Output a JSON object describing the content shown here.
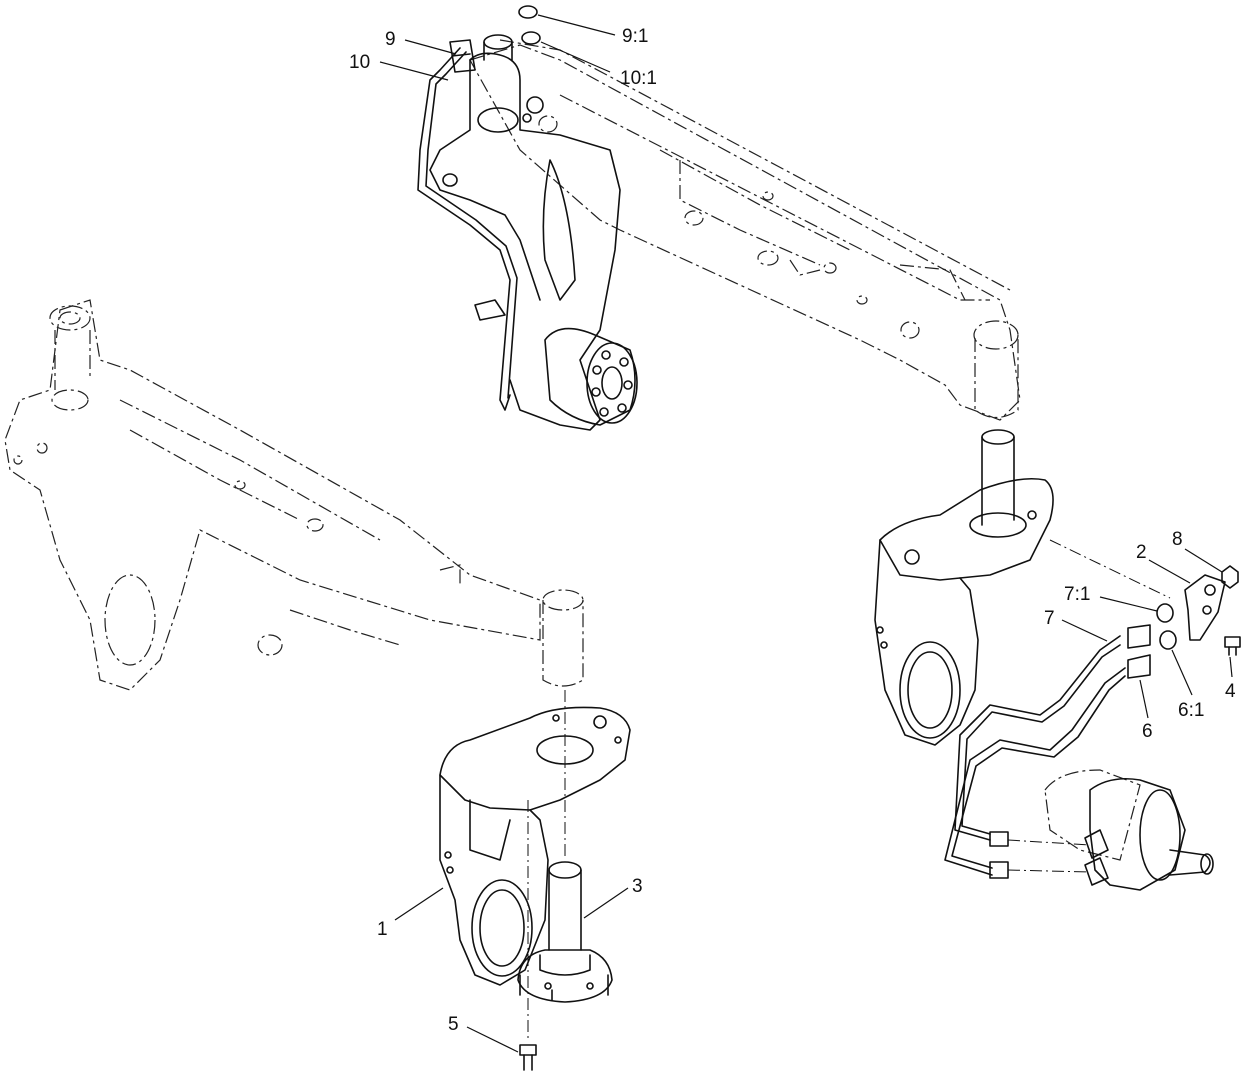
{
  "callouts": {
    "c1": "1",
    "c2": "2",
    "c3": "3",
    "c4": "4",
    "c5": "5",
    "c6": "6",
    "c6_1": "6:1",
    "c7": "7",
    "c7_1": "7:1",
    "c8": "8",
    "c9": "9",
    "c9_1": "9:1",
    "c10": "10",
    "c10_1": "10:1"
  }
}
